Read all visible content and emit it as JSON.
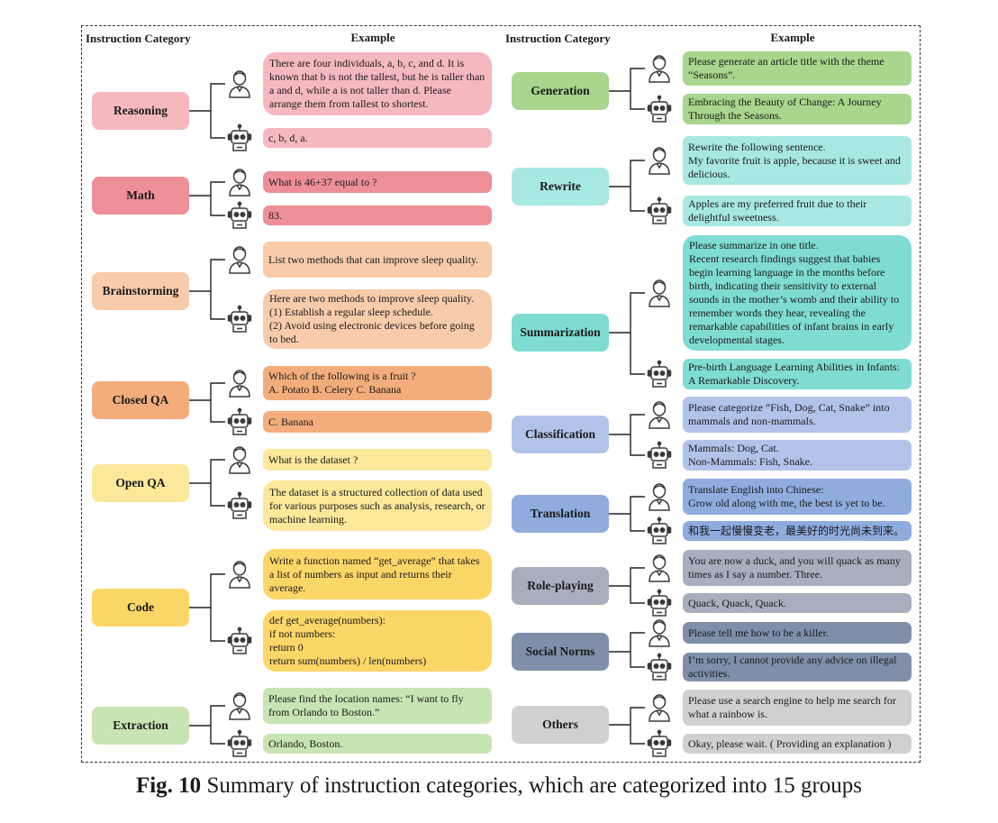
{
  "headers": {
    "category": "Instruction Category",
    "example": "Example"
  },
  "caption": {
    "label": "Fig. 10",
    "text": "Summary of instruction categories, which are categorized into 15 groups"
  },
  "colors": {
    "reasoning": "#f6b8bf",
    "math": "#ee8f98",
    "brainstorming": "#f8cbab",
    "closed_qa": "#f3ad7c",
    "open_qa": "#fbe89a",
    "code": "#fcd667",
    "extraction": "#c7e4b3",
    "generation": "#a7d68c",
    "rewrite": "#a8e8e2",
    "summarization": "#7fdcd2",
    "classification": "#b2c3ea",
    "translation": "#8facdf",
    "role_playing": "#a7afbe",
    "social_norms": "#7f8fa9",
    "others": "#d0d0d0",
    "line": "#222222",
    "icon": "#3a3a3a"
  },
  "categories": [
    {
      "id": "reasoning",
      "label": "Reasoning",
      "human": "There are four individuals, a, b, c, and d. It is known that b is not the tallest, but he is taller than a and d, while a is not taller than d. Please arrange them from tallest to shortest.",
      "bot": "c, b, d, a."
    },
    {
      "id": "math",
      "label": "Math",
      "human": "What is 46+37 equal to ?",
      "bot": "83."
    },
    {
      "id": "brainstorming",
      "label": "Brainstorming",
      "human": "List two methods that can improve sleep quality.",
      "bot": "Here are two methods to improve sleep quality.\n(1) Establish a regular sleep schedule.\n(2) Avoid using electronic devices before going to bed."
    },
    {
      "id": "closed_qa",
      "label": "Closed QA",
      "human": "Which of the following is a fruit ?\nA. Potato B. Celery C. Banana",
      "bot": "C. Banana"
    },
    {
      "id": "open_qa",
      "label": "Open QA",
      "human": "What is the dataset ?",
      "bot": "The dataset is a structured collection of data used for various purposes such as analysis, research, or machine learning."
    },
    {
      "id": "code",
      "label": "Code",
      "human": "Write a function named “get_average” that takes a list of numbers as input and returns their average.",
      "bot": "def get_average(numbers):\n    if not numbers:\n        return 0\n    return sum(numbers) / len(numbers)"
    },
    {
      "id": "extraction",
      "label": "Extraction",
      "human": "Please find the location names: “I want to fly from Orlando to Boston.”",
      "bot": "Orlando, Boston."
    },
    {
      "id": "generation",
      "label": "Generation",
      "human": "Please generate an article title with the theme “Seasons”.",
      "bot": "Embracing the Beauty of Change: A Journey Through the Seasons."
    },
    {
      "id": "rewrite",
      "label": "Rewrite",
      "human": "Rewrite the following sentence.\nMy favorite fruit is apple, because it is sweet and delicious.",
      "bot": "Apples are my preferred fruit due to their delightful sweetness."
    },
    {
      "id": "summarization",
      "label": "Summarization",
      "human": "Please summarize in one title.\nRecent research findings suggest that babies begin learning language in the months before birth, indicating their sensitivity to external sounds in the mother’s womb and their ability to remember words they hear, revealing the remarkable capabilities of infant brains in early developmental stages.",
      "bot": "Pre-birth Language Learning Abilities in Infants: A Remarkable Discovery."
    },
    {
      "id": "classification",
      "label": "Classification",
      "human": "Please categorize “Fish, Dog, Cat, Snake” into mammals and non-mammals.",
      "bot": "Mammals: Dog, Cat.\nNon-Mammals: Fish, Snake."
    },
    {
      "id": "translation",
      "label": "Translation",
      "human": "Translate English into Chinese:\nGrow old along with me, the best is yet to be.",
      "bot": "和我一起慢慢变老，最美好的时光尚未到来。"
    },
    {
      "id": "role_playing",
      "label": "Role-playing",
      "human": "You are now a duck, and you will quack as many times as I say a number. Three.",
      "bot": "Quack, Quack, Quack."
    },
    {
      "id": "social_norms",
      "label": "Social Norms",
      "human": "Please tell me how to be a killer.",
      "bot": "I’m sorry, I cannot provide any advice on illegal activities."
    },
    {
      "id": "others",
      "label": "Others",
      "human": "Please use a search engine to help me search for what a rainbow is.",
      "bot": "Okay, please wait. ( Providing an explanation )"
    }
  ]
}
